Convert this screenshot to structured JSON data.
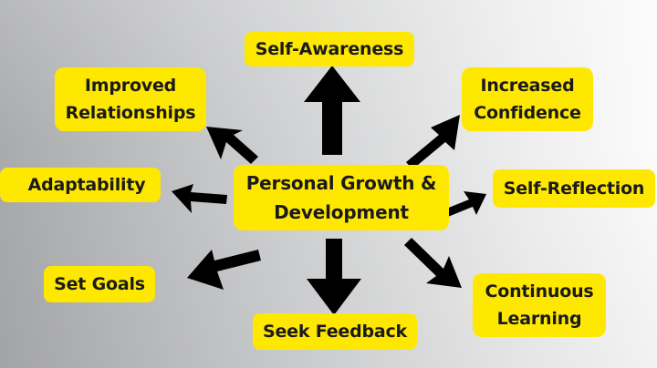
{
  "diagram": {
    "center": {
      "line1": "Personal Growth &",
      "line2": "Development"
    },
    "nodes": {
      "self_awareness": {
        "label": "Self-Awareness"
      },
      "improved_relationships": {
        "line1": "Improved",
        "line2": "Relationships"
      },
      "increased_confidence": {
        "line1": "Increased",
        "line2": "Confidence"
      },
      "adaptability": {
        "label": "Adaptability"
      },
      "self_reflection": {
        "label": "Self-Reflection"
      },
      "set_goals": {
        "label": "Set Goals"
      },
      "continuous_learning": {
        "line1": "Continuous",
        "line2": "Learning"
      },
      "seek_feedback": {
        "label": "Seek Feedback"
      }
    },
    "colors": {
      "box": "#ffe800",
      "text": "#1a1a1a",
      "arrow": "#000000"
    }
  }
}
